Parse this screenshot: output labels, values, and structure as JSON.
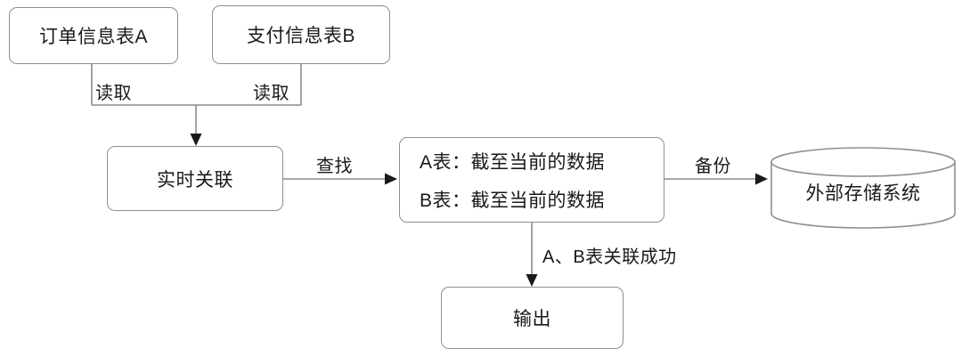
{
  "nodes": {
    "order_table": {
      "label": "订单信息表A",
      "shape": "rounded-rect"
    },
    "payment_table": {
      "label": "支付信息表B",
      "shape": "rounded-rect"
    },
    "realtime_join": {
      "label": "实时关联",
      "shape": "rounded-rect"
    },
    "join_result": {
      "line_a": "A表：截至当前的数据",
      "line_b": "B表：截至当前的数据",
      "shape": "rounded-rect"
    },
    "external_storage": {
      "label": "外部存储系统",
      "shape": "cylinder"
    },
    "output": {
      "label": "输出",
      "shape": "rounded-rect"
    }
  },
  "edge_labels": {
    "read_a": "读取",
    "read_b": "读取",
    "lookup": "查找",
    "backup": "备份",
    "join_success": "A、B表关联成功"
  },
  "colors": {
    "background": "#ffffff",
    "node_border": "#8f8f8f",
    "connector_line": "#8a8a8a",
    "arrowhead": "#1a1a1a",
    "text": "#1a1a1a"
  }
}
